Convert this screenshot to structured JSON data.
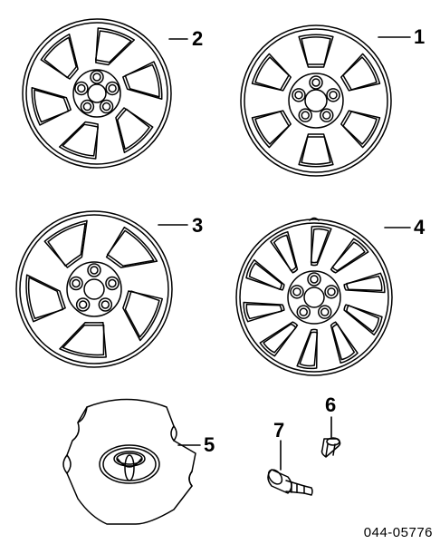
{
  "diagram": {
    "reference_code": "044-05776",
    "colors": {
      "line": "#000000",
      "background": "#ffffff"
    },
    "parts": [
      {
        "callout": "1",
        "item": "alloy-wheel-6-spoke-icon"
      },
      {
        "callout": "2",
        "item": "alloy-wheel-6-window-swirl-icon"
      },
      {
        "callout": "3",
        "item": "alloy-wheel-5-window-swirl-icon"
      },
      {
        "callout": "4",
        "item": "alloy-wheel-split-spoke-icon"
      },
      {
        "callout": "5",
        "item": "center-cap-icon"
      },
      {
        "callout": "6",
        "item": "valve-cap-icon"
      },
      {
        "callout": "7",
        "item": "valve-stem-icon"
      }
    ]
  }
}
